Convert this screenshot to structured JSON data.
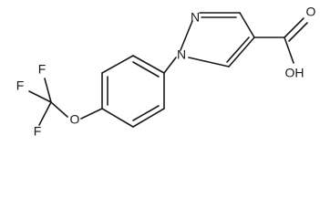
{
  "molecule": {
    "atoms": {
      "n_pyrazole_top": "N",
      "n_pyrazole_bottom": "N",
      "oh_group": "OH",
      "carbonyl_o": "O",
      "ether_o": "O",
      "fluorine_1": "F",
      "fluorine_2": "F",
      "fluorine_3": "F"
    }
  }
}
